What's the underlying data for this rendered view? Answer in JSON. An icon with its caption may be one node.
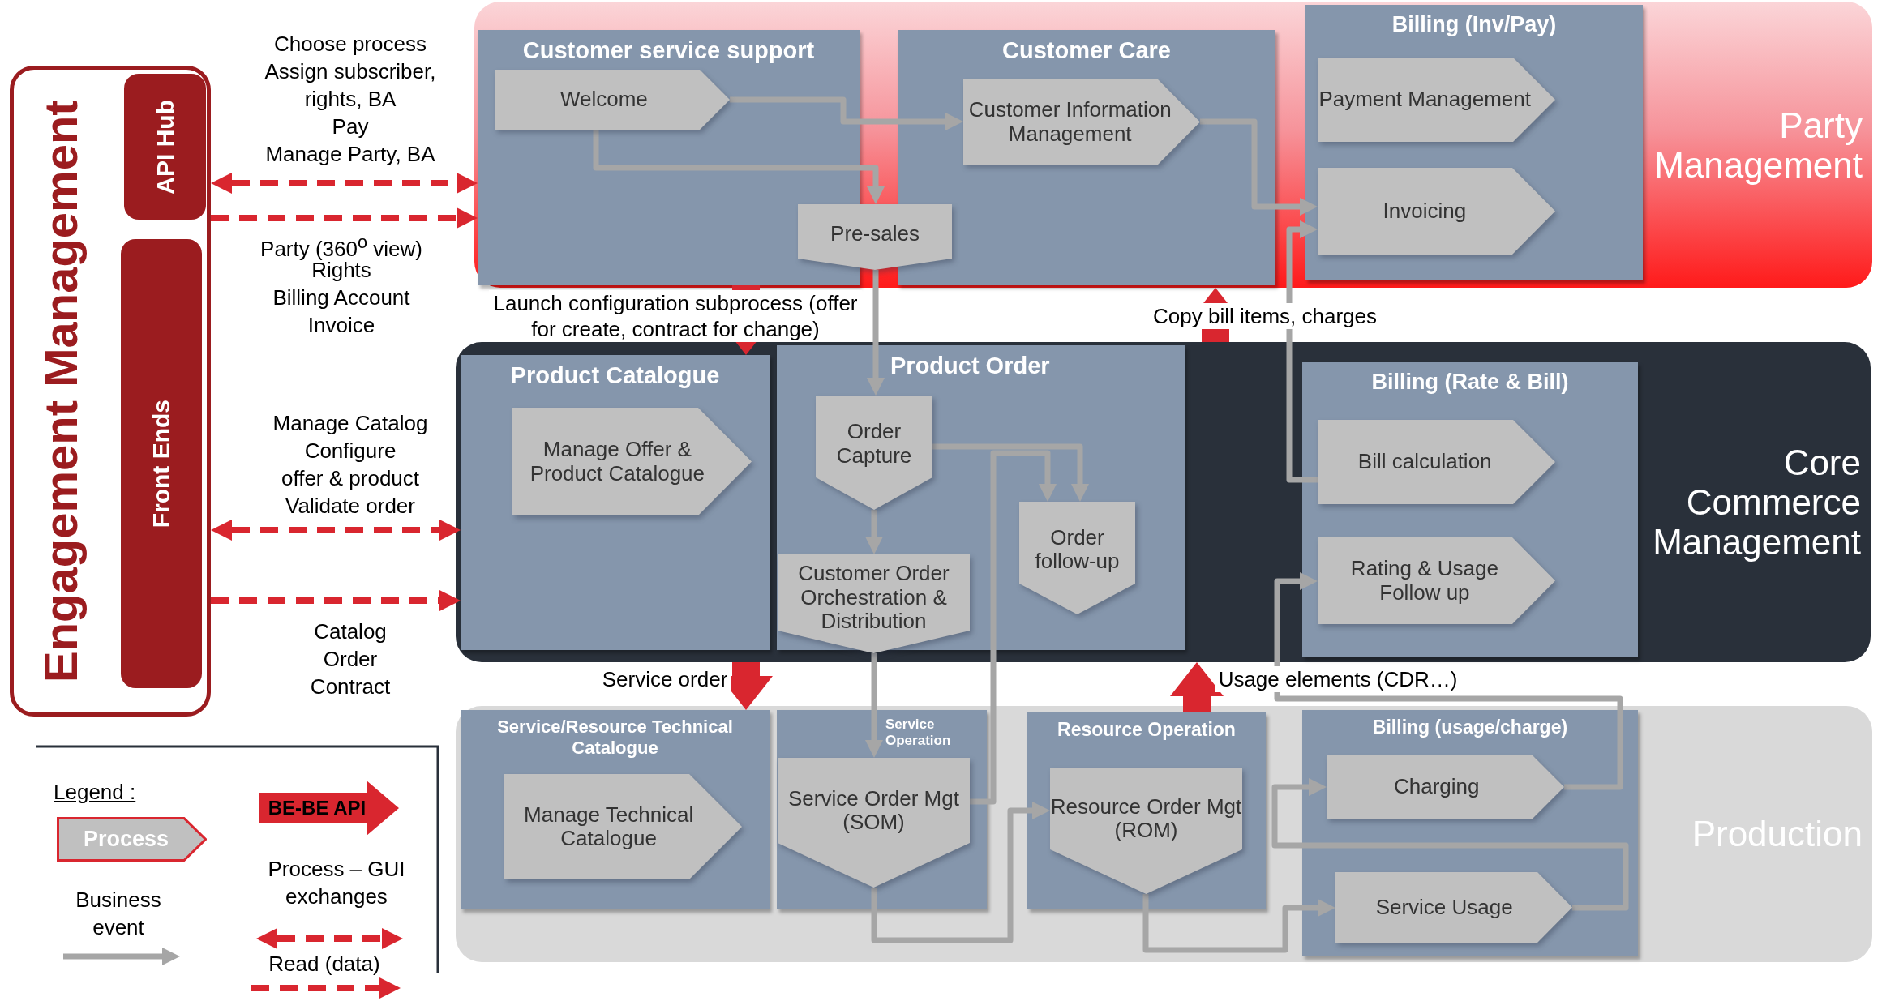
{
  "diagram": {
    "nodes": [
      {
        "text": [
          "Engagement Management"
        ]
      },
      {
        "text": [
          "API Hub"
        ],
        "in": 0
      },
      {
        "text": [
          "Front Ends"
        ],
        "in": 0
      },
      {
        "text": [
          "Party Management"
        ]
      },
      {
        "text": [
          "Core Commerce Management"
        ]
      },
      {
        "text": [
          "Production"
        ]
      },
      {
        "text": [
          "Customer service support"
        ],
        "in": 3
      },
      {
        "text": [
          "Welcome"
        ],
        "in": 6
      },
      {
        "text": [
          "Pre-sales"
        ],
        "in": 3
      },
      {
        "text": [
          "Customer Care"
        ],
        "in": 3
      },
      {
        "text": [
          "Customer Information Management"
        ],
        "in": 9
      },
      {
        "text": [
          "Billing (Inv/Pay)"
        ],
        "in": 3
      },
      {
        "text": [
          "Payment Management"
        ],
        "in": 11
      },
      {
        "text": [
          "Invoicing"
        ],
        "in": 11
      },
      {
        "text": [
          "Product Catalogue"
        ],
        "in": 4
      },
      {
        "text": [
          "Manage Offer & Product Catalogue"
        ],
        "in": 14
      },
      {
        "text": [
          "Product Order"
        ],
        "in": 4
      },
      {
        "text": [
          "Order Capture"
        ],
        "in": 16
      },
      {
        "text": [
          "Customer Order Orchestration & Distribution"
        ],
        "in": 16
      },
      {
        "text": [
          "Order follow-up"
        ],
        "in": 16
      },
      {
        "text": [
          "Billing (Rate & Bill)"
        ],
        "in": 4
      },
      {
        "text": [
          "Bill calculation"
        ],
        "in": 20
      },
      {
        "text": [
          "Rating & Usage Follow up"
        ],
        "in": 20
      },
      {
        "text": [
          "Service/Resource Technical Catalogue"
        ],
        "in": 5
      },
      {
        "text": [
          "Manage Technical Catalogue"
        ],
        "in": 23
      },
      {
        "text": [
          "Service Operation"
        ],
        "in": 5
      },
      {
        "text": [
          "Service Order Mgt (SOM)"
        ],
        "in": 25
      },
      {
        "text": [
          "Resource Operation"
        ],
        "in": 5
      },
      {
        "text": [
          "Resource Order Mgt (ROM)"
        ],
        "in": 27
      },
      {
        "text": [
          "Billing (usage/charge)"
        ],
        "in": 5
      },
      {
        "text": [
          "Charging"
        ],
        "in": 29
      },
      {
        "text": [
          "Service Usage"
        ],
        "in": 29
      }
    ],
    "edges": [
      {
        "from": 0,
        "to": 6,
        "arrow": "both",
        "style": "dashed",
        "color": "#d9262f"
      },
      {
        "from": 0,
        "to": 6,
        "arrow": "to",
        "style": "dashed",
        "color": "#d9262f"
      },
      {
        "from": 0,
        "to": 14,
        "arrow": "both",
        "style": "dashed",
        "color": "#d9262f"
      },
      {
        "from": 0,
        "to": 14,
        "arrow": "to",
        "style": "dashed",
        "color": "#d9262f"
      },
      {
        "from": 6,
        "to": 14,
        "arrow": "to",
        "label": "Launch configuration subprocess (offer for create, contract for change)",
        "style": "thick",
        "color": "#d9262f"
      },
      {
        "from": 4,
        "to": 23,
        "arrow": "to",
        "label": "Service order",
        "style": "thick",
        "color": "#d9262f"
      },
      {
        "from": 4,
        "to": 3,
        "arrow": "to",
        "label": "Copy bill items, charges",
        "style": "thick",
        "color": "#d9262f"
      },
      {
        "from": 27,
        "to": 4,
        "arrow": "to",
        "label": "Usage elements (CDR…)",
        "style": "thick",
        "color": "#d9262f"
      },
      {
        "from": 7,
        "to": 10,
        "arrow": "to"
      },
      {
        "from": 7,
        "to": 8,
        "arrow": "to"
      },
      {
        "from": 10,
        "to": 13,
        "arrow": "to"
      },
      {
        "from": 8,
        "to": 17,
        "arrow": "to"
      },
      {
        "from": 21,
        "to": 13,
        "arrow": "to"
      },
      {
        "from": 17,
        "to": 19,
        "arrow": "to"
      },
      {
        "from": 26,
        "to": 19,
        "arrow": "to"
      },
      {
        "from": 17,
        "to": 18,
        "arrow": "to"
      },
      {
        "from": 18,
        "to": 26,
        "arrow": "to"
      },
      {
        "from": 26,
        "to": 28,
        "arrow": "to"
      },
      {
        "from": 28,
        "to": 31,
        "arrow": "to"
      },
      {
        "from": 30,
        "to": 22,
        "arrow": "to"
      },
      {
        "from": 31,
        "to": 30,
        "arrow": "to"
      }
    ],
    "labels": [
      "Choose process",
      "Assign subscriber, rights, BA",
      "Pay",
      "Manage Party, BA",
      "Party (360$^{o}$ view)",
      "Rights",
      "Billing Account",
      "Invoice",
      "Manage Catalog",
      "Configure",
      "offer & product",
      "Validate order",
      "Catalog",
      "Order",
      "Contract",
      "Legend :"
    ],
    "legend": [
      {
        "text": "Process"
      },
      {
        "text": "Business event"
      },
      {
        "text": "BE-BE API"
      },
      {
        "text": "Process – GUI exchanges"
      },
      {
        "text": "Read (data)"
      }
    ]
  }
}
